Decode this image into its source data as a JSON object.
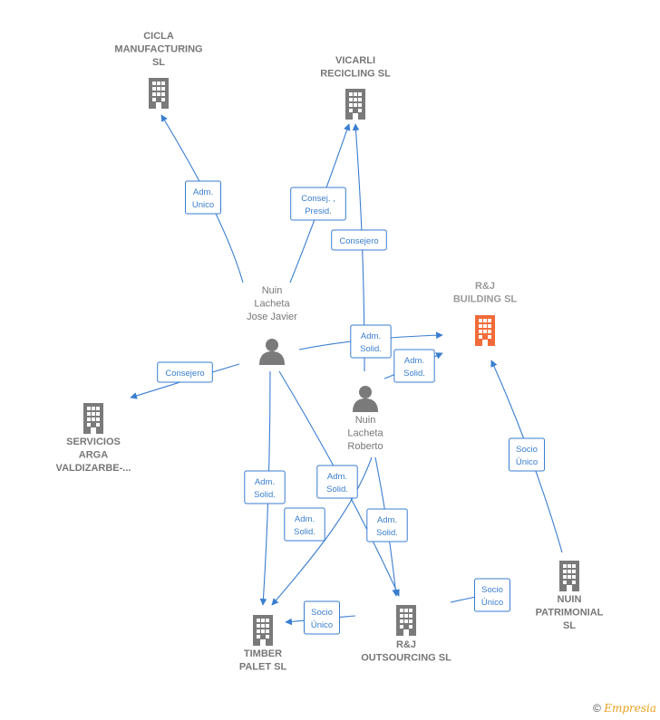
{
  "colors": {
    "edge": "#3a7ed0",
    "node": "#7a7a7a",
    "highlight": "#f26b3a"
  },
  "nodes": [
    {
      "id": "cicla",
      "type": "company",
      "lines": [
        "CICLA",
        "MANUFACTURING",
        "SL"
      ],
      "icon": "building-icon"
    },
    {
      "id": "vicarli",
      "type": "company",
      "lines": [
        "VICARLI",
        "RECICLING SL"
      ],
      "icon": "building-icon"
    },
    {
      "id": "rjbuilding",
      "type": "company",
      "highlight": true,
      "lines": [
        "R&J",
        "BUILDING  SL"
      ],
      "icon": "building-icon"
    },
    {
      "id": "nuinjose",
      "type": "person",
      "lines": [
        "Nuin",
        "Lacheta",
        "Jose Javier"
      ],
      "icon": "person-icon"
    },
    {
      "id": "nuinroberto",
      "type": "person",
      "lines": [
        "Nuin",
        "Lacheta",
        "Roberto"
      ],
      "icon": "person-icon"
    },
    {
      "id": "servicios",
      "type": "company",
      "lines": [
        "SERVICIOS",
        "ARGA",
        "VALDIZARBE-..."
      ],
      "icon": "building-icon"
    },
    {
      "id": "timber",
      "type": "company",
      "lines": [
        "TIMBER",
        "PALET  SL"
      ],
      "icon": "building-icon"
    },
    {
      "id": "rjoutsourcing",
      "type": "company",
      "lines": [
        "R&J",
        "OUTSOURCING SL"
      ],
      "icon": "building-icon"
    },
    {
      "id": "nuinpatrimonial",
      "type": "company",
      "lines": [
        "NUIN",
        "PATRIMONIAL",
        "SL"
      ],
      "icon": "building-icon"
    }
  ],
  "edges": [
    {
      "id": "e1",
      "label": [
        "Adm.",
        "Unico"
      ]
    },
    {
      "id": "e2",
      "label": [
        "Consej. ,",
        "Presid."
      ]
    },
    {
      "id": "e3",
      "label": [
        "Consejero"
      ]
    },
    {
      "id": "e4",
      "label": [
        "Adm.",
        "Solid."
      ]
    },
    {
      "id": "e5",
      "label": [
        "Adm.",
        "Solid."
      ]
    },
    {
      "id": "e6",
      "label": [
        "Consejero"
      ]
    },
    {
      "id": "e7",
      "label": [
        "Adm.",
        "Solid."
      ]
    },
    {
      "id": "e8",
      "label": [
        "Adm.",
        "Solid."
      ]
    },
    {
      "id": "e9",
      "label": [
        "Adm.",
        "Solid."
      ]
    },
    {
      "id": "e10",
      "label": [
        "Adm.",
        "Solid."
      ]
    },
    {
      "id": "e11",
      "label": [
        "Socio",
        "Único"
      ]
    },
    {
      "id": "e12",
      "label": [
        "Socio",
        "Único"
      ]
    },
    {
      "id": "e13",
      "label": [
        "Socio",
        "Único"
      ]
    }
  ],
  "footer": {
    "copyright": "©",
    "brand": "Empresia"
  }
}
